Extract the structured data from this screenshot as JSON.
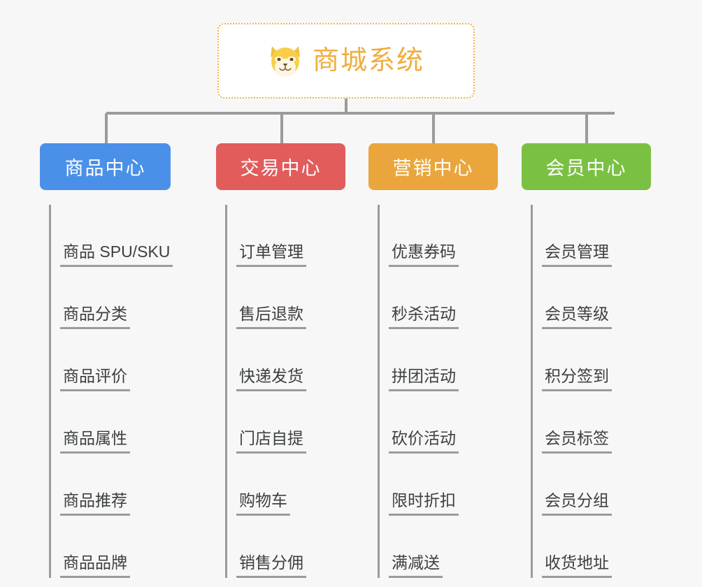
{
  "page": {
    "background_color": "#f7f7f7",
    "title": "商城系统"
  },
  "root": {
    "label": "商城系统",
    "icon": "shiba-dog-face-icon",
    "text_color": "#f0ad3e",
    "border_color": "#f0b444"
  },
  "connector": {
    "color": "#9b9b9b"
  },
  "branches": [
    {
      "label": "商品中心",
      "color": "#4a90e8",
      "items": [
        "商品 SPU/SKU",
        "商品分类",
        "商品评价",
        "商品属性",
        "商品推荐",
        "商品品牌"
      ]
    },
    {
      "label": "交易中心",
      "color": "#e25c5c",
      "items": [
        "订单管理",
        "售后退款",
        "快递发货",
        "门店自提",
        "购物车",
        "销售分佣"
      ]
    },
    {
      "label": "营销中心",
      "color": "#eaa63c",
      "items": [
        "优惠券码",
        "秒杀活动",
        "拼团活动",
        "砍价活动",
        "限时折扣",
        "满减送"
      ]
    },
    {
      "label": "会员中心",
      "color": "#7ac143",
      "items": [
        "会员管理",
        "会员等级",
        "积分签到",
        "会员标签",
        "会员分组",
        "收货地址"
      ]
    }
  ]
}
